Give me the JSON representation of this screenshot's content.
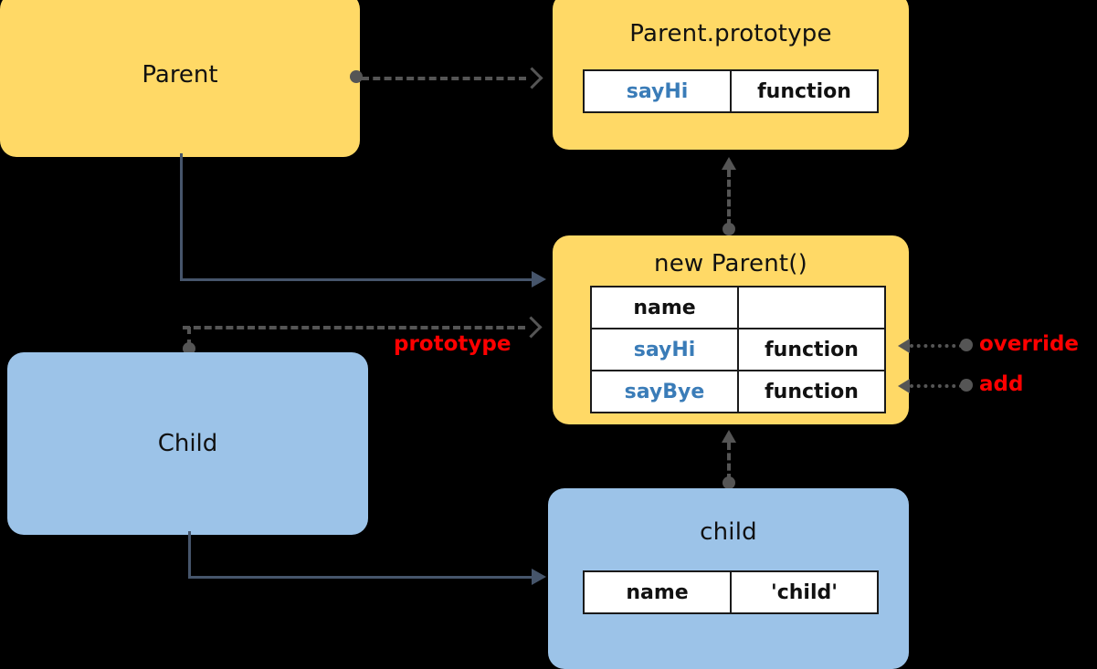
{
  "diagram": {
    "title": "JavaScript prototype chain diagram",
    "colors": {
      "constructor_box": "#FFD966",
      "instance_box": "#9CC3E8",
      "link_solid": "#46556B",
      "link_dashed": "#555555",
      "key_text": "#3A7CB8",
      "annotation": "#FF0000",
      "background": "#000000"
    }
  },
  "nodes": {
    "parent": {
      "label": "Parent"
    },
    "parent_prototype": {
      "label": "Parent.prototype",
      "columns": [
        "key",
        "value"
      ],
      "rows": [
        {
          "key": "sayHi",
          "value": "function"
        }
      ]
    },
    "new_parent": {
      "label": "new Parent()",
      "columns": [
        "key",
        "value"
      ],
      "rows": [
        {
          "key": "name",
          "value": ""
        },
        {
          "key": "sayHi",
          "value": "function"
        },
        {
          "key": "sayBye",
          "value": "function"
        }
      ]
    },
    "child_constructor": {
      "label": "Child"
    },
    "child_instance": {
      "label": "child",
      "columns": [
        "key",
        "value"
      ],
      "rows": [
        {
          "key": "name",
          "value": "'child'"
        }
      ]
    }
  },
  "annotations": {
    "prototype": "prototype",
    "override": "override",
    "add": "add"
  }
}
